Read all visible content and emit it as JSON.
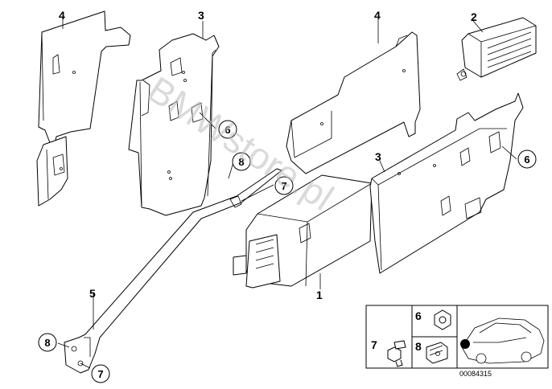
{
  "diagram": {
    "watermark": "BMWstore.pl",
    "image_code": "00084315",
    "part_labels": {
      "bracket_left_4": "4",
      "bracket_left_3": "3",
      "bracket_right_4": "4",
      "module_2": "2",
      "bracket_right_3": "3",
      "control_unit_1": "1",
      "strut_5": "5"
    },
    "callouts": {
      "nut_left_6": "6",
      "clip_8_top": "8",
      "screw_7_top": "7",
      "nut_right_6": "6",
      "clip_8_bottom": "8",
      "screw_7_bottom": "7"
    },
    "legend": {
      "nut_6": "6",
      "screw_7": "7",
      "clip_8": "8"
    }
  }
}
